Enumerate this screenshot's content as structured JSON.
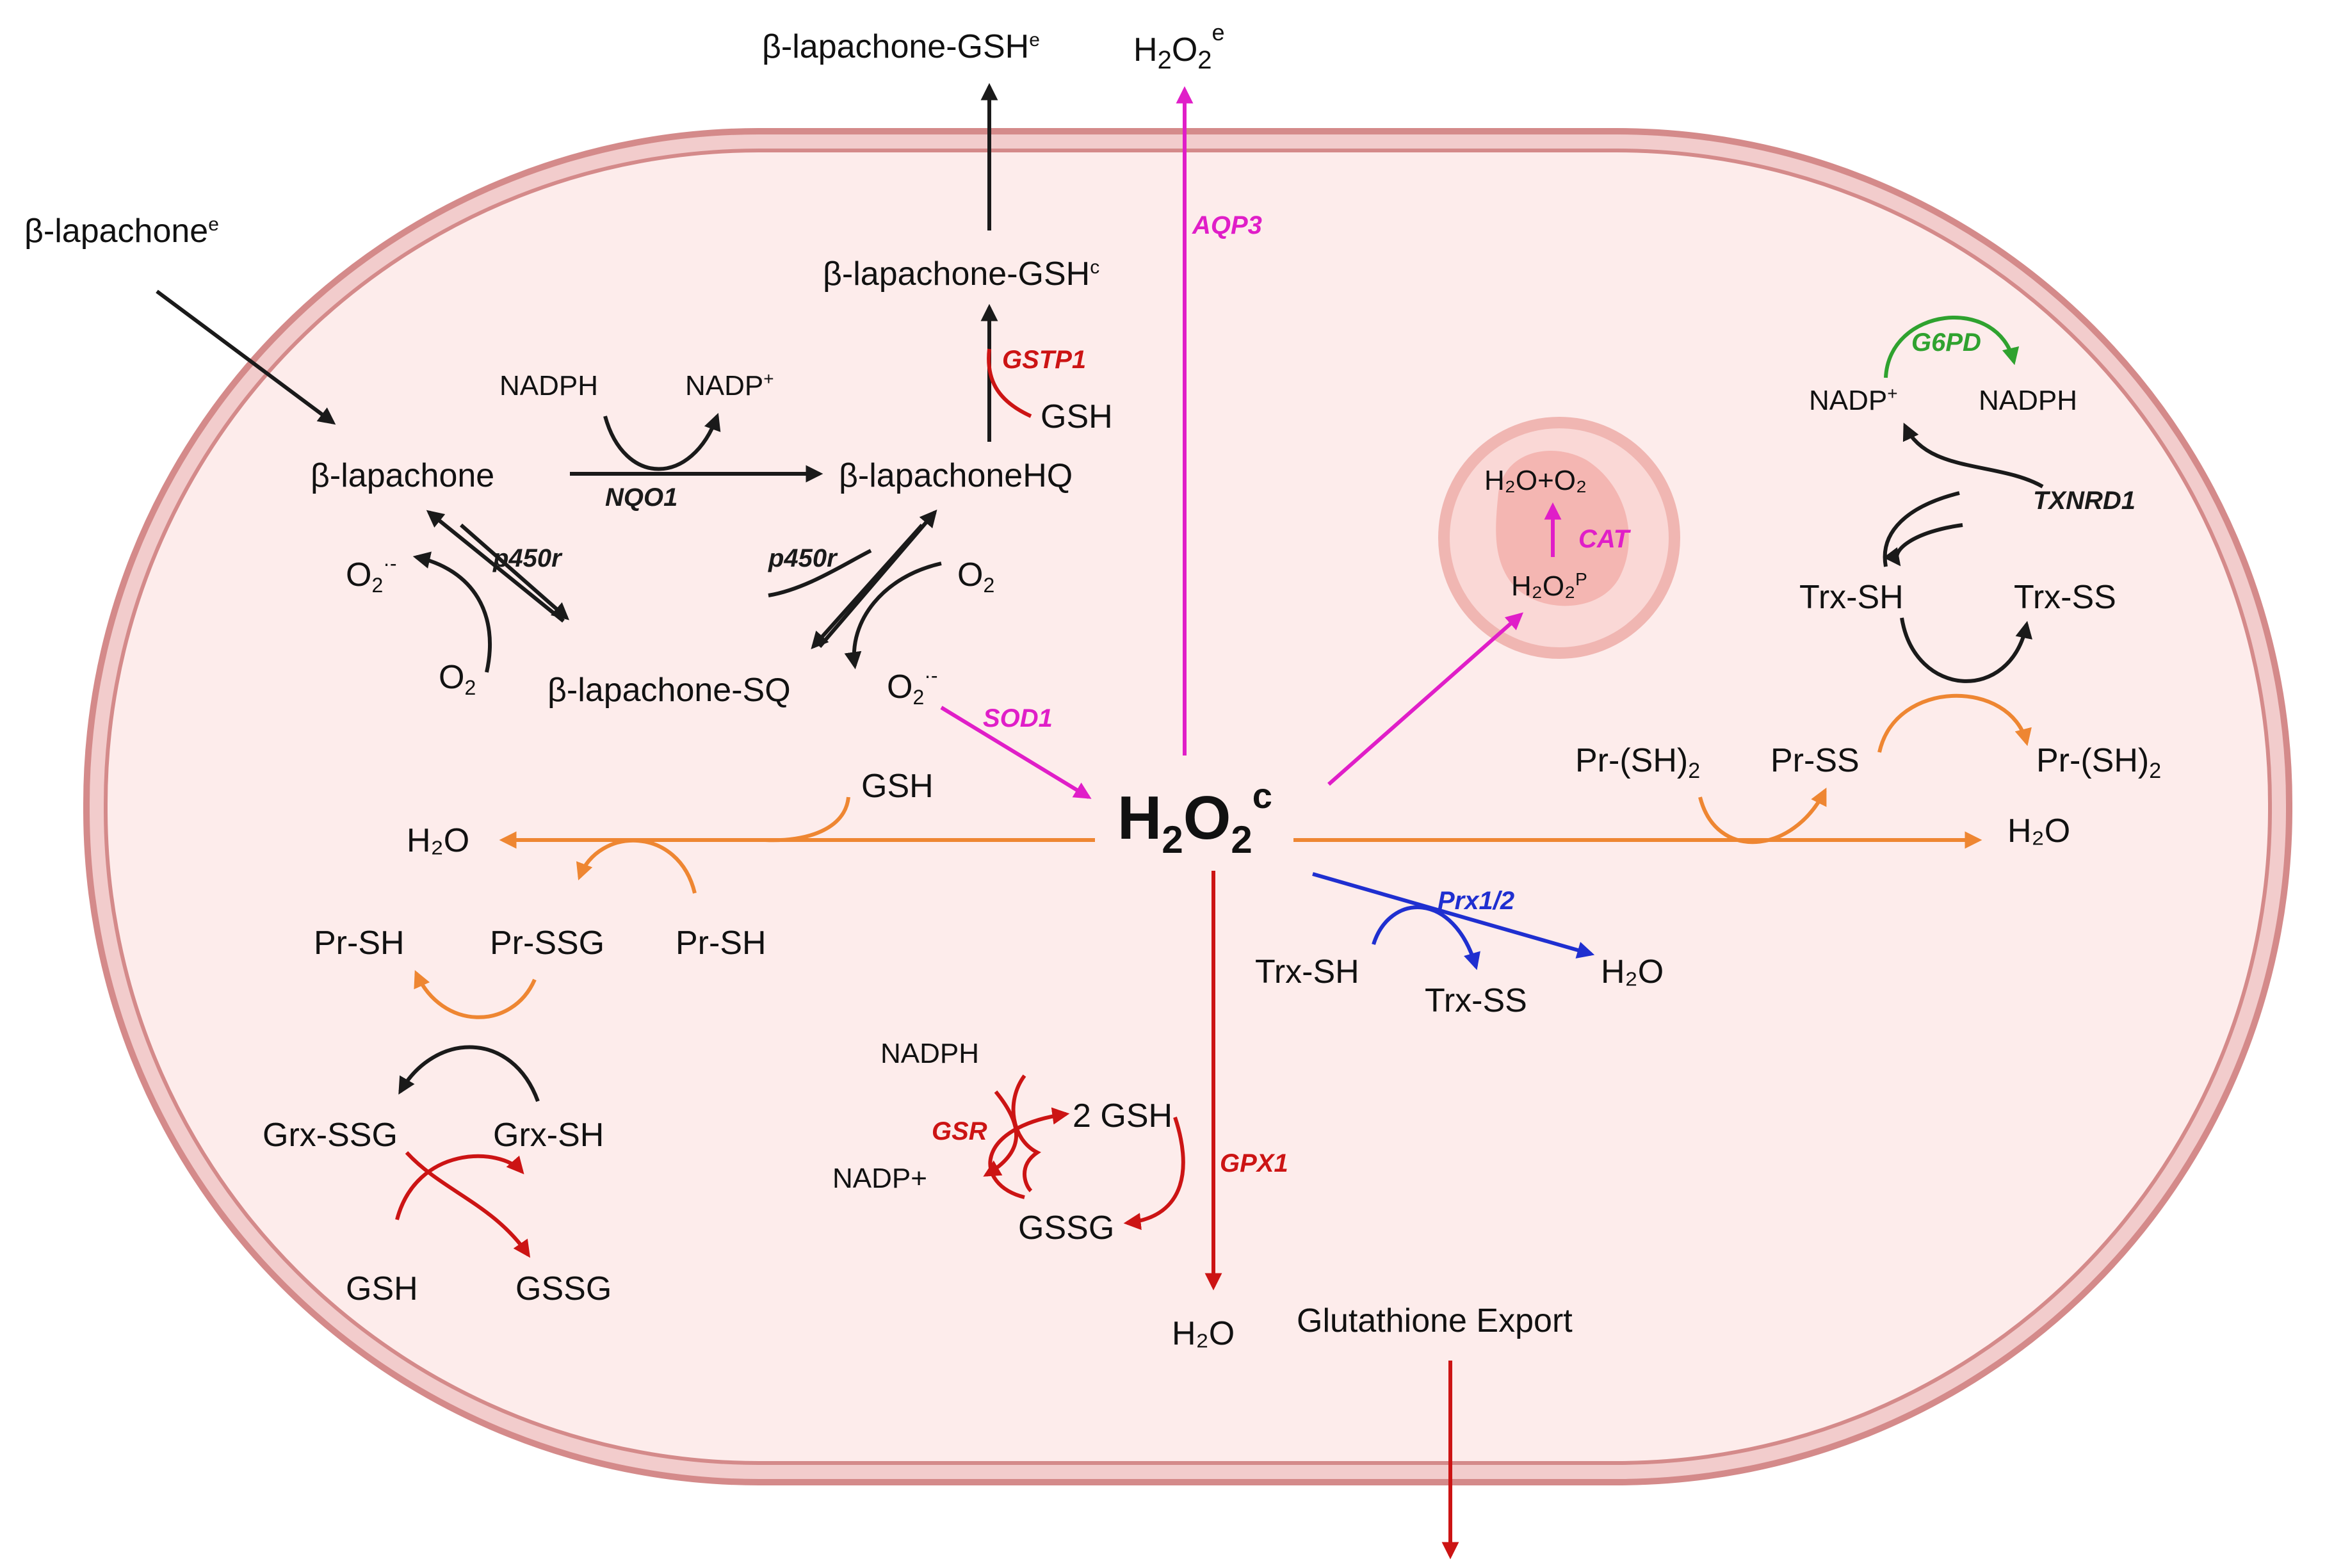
{
  "colors": {
    "cell_fill": "#fdeceb",
    "cell_stroke": "#d98f8f",
    "black": "#1a1a1a",
    "magenta": "#e01ec8",
    "orange": "#ee8632",
    "red": "#cc1414",
    "blue": "#1f2fd0",
    "green": "#2fa22f"
  },
  "labels": {
    "blap_ext": "β-lapachone",
    "blap_ext_sup": "e",
    "blap_gsh_ext": "β-lapachone-GSH",
    "blap_gsh_ext_sup": "e",
    "h2o2_ext": "H",
    "h2o2_ext_sub1": "2",
    "h2o2_ext_o": "O",
    "h2o2_ext_sub2": "2",
    "h2o2_ext_sup": "e",
    "blap_gsh_c": "β-lapachone-GSH",
    "blap_gsh_c_sup": "c",
    "blap": "β-lapachone",
    "blap_hq": "β-lapachoneHQ",
    "blap_sq": "β-lapachone-SQ",
    "nadph_top": "NADPH",
    "nadp_top": "NADP",
    "nadp_top_sup": "+",
    "o2_rad_left": "O",
    "o2_rad_left_sub": "2",
    "o2_rad_left_sup": "·-",
    "o2_left": "O",
    "o2_left_sub": "2",
    "o2_right": "O",
    "o2_right_sub": "2",
    "o2_rad_right": "O",
    "o2_rad_right_sub": "2",
    "o2_rad_right_sup": "·-",
    "gsh_gstp1": "GSH",
    "h2o2_c_h": "H",
    "h2o2_c_sub1": "2",
    "h2o2_c_o": "O",
    "h2o2_c_sub2": "2",
    "h2o2_c_sup": "c",
    "perox_h2o_o2": "H₂O+O₂",
    "perox_h2o2": "H₂O₂",
    "perox_h2o2_sup": "P",
    "nadp_right": "NADP",
    "nadp_right_sup": "+",
    "nadph_right": "NADPH",
    "trx_sh_right": "Trx-SH",
    "trx_ss_right": "Trx-SS",
    "pr_sh2_left": "Pr-(SH)",
    "pr_sh2_left_sub": "2",
    "pr_ss_right": "Pr-SS",
    "pr_sh2_right": "Pr-(SH)",
    "pr_sh2_right_sub": "2",
    "h2o_right": "H₂O",
    "gsh_left_branch": "GSH",
    "h2o_left": "H₂O",
    "pr_sh_a": "Pr-SH",
    "pr_ssg": "Pr-SSG",
    "pr_sh_b": "Pr-SH",
    "grx_ssg": "Grx-SSG",
    "grx_sh": "Grx-SH",
    "gsh_bottom": "GSH",
    "gssg_bottom": "GSSG",
    "trx_sh_prx": "Trx-SH",
    "trx_ss_prx": "Trx-SS",
    "h2o_prx": "H₂O",
    "nadph_gsr": "NADPH",
    "nadp_gsr": "NADP+",
    "two_gsh": "2 GSH",
    "gssg_gpx": "GSSG",
    "h2o_bottom": "H₂O",
    "glutathione_export": "Glutathione Export"
  },
  "enzymes": {
    "nqo1": "NQO1",
    "p450r_left": "p450r",
    "p450r_right": "p450r",
    "gstp1": "GSTP1",
    "aqp3": "AQP3",
    "sod1": "SOD1",
    "cat": "CAT",
    "g6pd": "G6PD",
    "txnrd1": "TXNRD1",
    "prx": "Prx1/2",
    "gsr": "GSR",
    "gpx1": "GPX1"
  }
}
